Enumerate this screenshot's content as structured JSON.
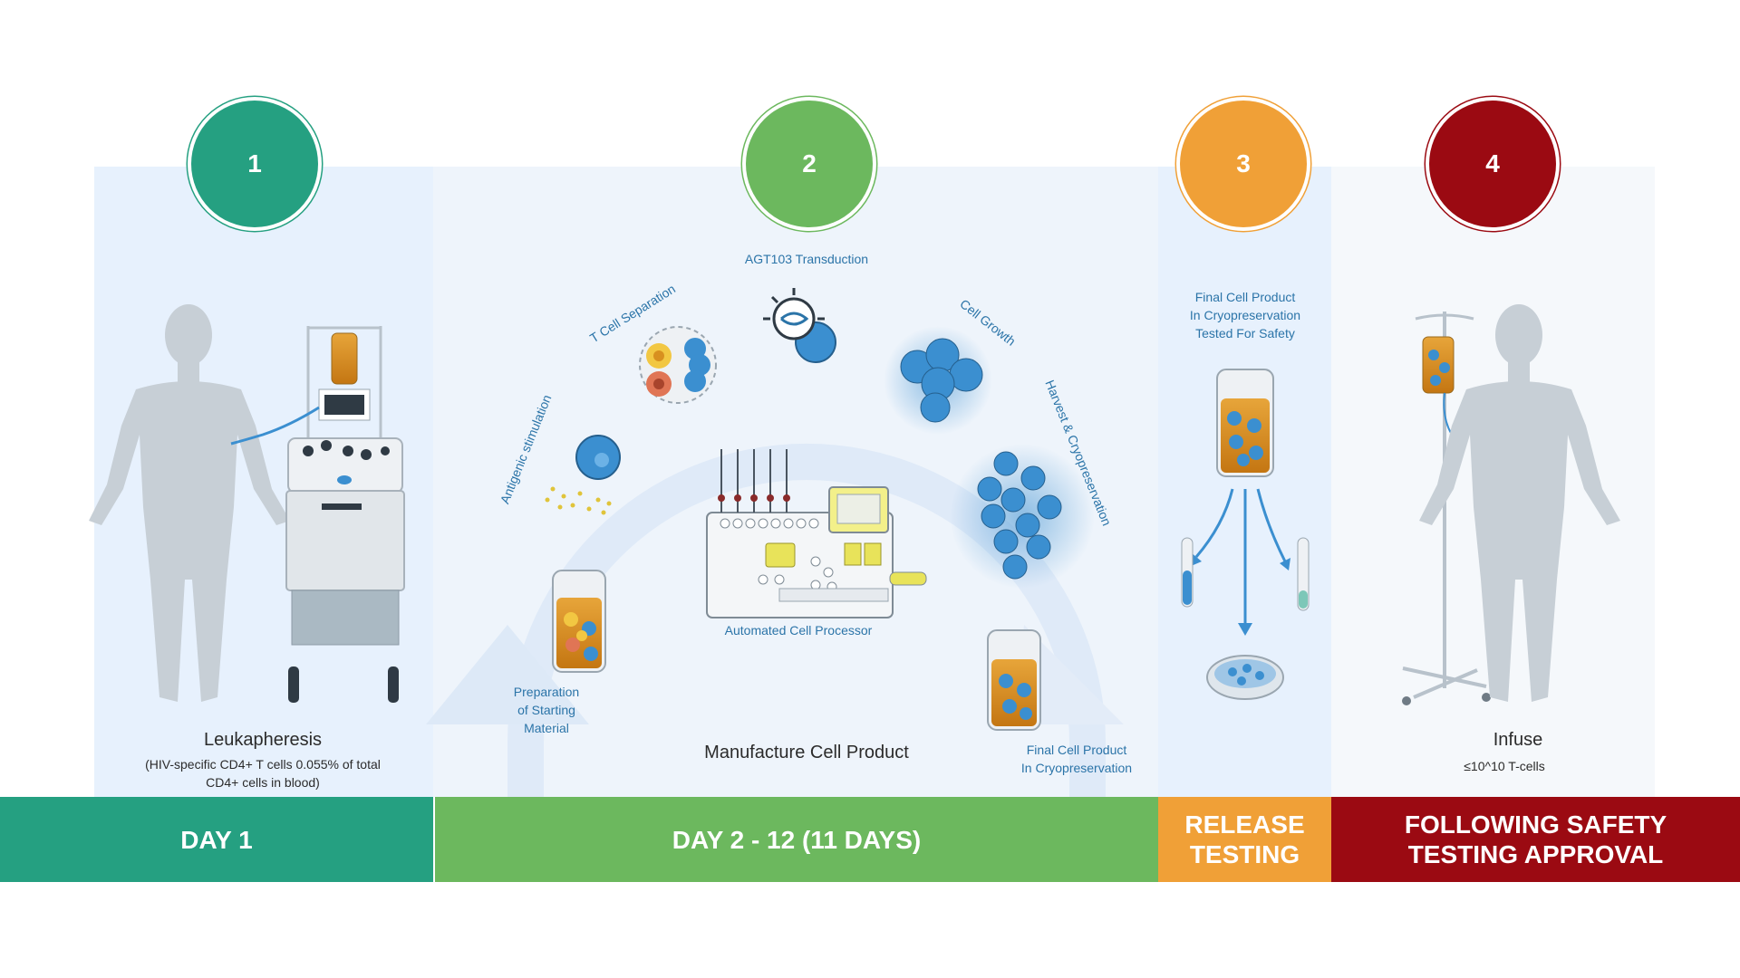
{
  "steps": [
    {
      "number": "1",
      "color": "#25a081"
    },
    {
      "number": "2",
      "color": "#6cb85e"
    },
    {
      "number": "3",
      "color": "#f0a037"
    },
    {
      "number": "4",
      "color": "#9b0a12"
    }
  ],
  "bands": {
    "day1": "DAY 1",
    "day2_12": "DAY 2 - 12 (11 DAYS)",
    "release_line1": "RELEASE",
    "release_line2": "TESTING",
    "approval_line1": "FOLLOWING SAFETY",
    "approval_line2": "TESTING APPROVAL"
  },
  "leukapheresis": {
    "title": "Leukapheresis",
    "detail_line1": "(HIV-specific CD4+ T cells 0.055% of total",
    "detail_line2": "CD4+ cells in blood)"
  },
  "manufacture": {
    "title": "Manufacture Cell Product",
    "antigenic": "Antigenic stimulation",
    "separation": "T Cell Separation",
    "transduction": "AGT103 Transduction",
    "growth": "Cell Growth",
    "harvest": "Harvest & Cryopreservation",
    "processor": "Automated Cell Processor",
    "prep_line1": "Preparation",
    "prep_line2": "of Starting",
    "prep_line3": "Material",
    "final_line1": "Final Cell Product",
    "final_line2": "In Cryopreservation"
  },
  "release": {
    "line1": "Final Cell Product",
    "line2": "In Cryopreservation",
    "line3": "Tested For Safety"
  },
  "infuse": {
    "title": "Infuse",
    "dose": "≤10^10 T-cells"
  },
  "colors": {
    "panel_bg": "#e7f1fd",
    "panel_bg_light": "#eef4fb",
    "label_blue": "#2b74a8",
    "cell_blue": "#3b8fd0",
    "bag_orange": "#d8901f",
    "body_grey": "#c6ced5"
  }
}
